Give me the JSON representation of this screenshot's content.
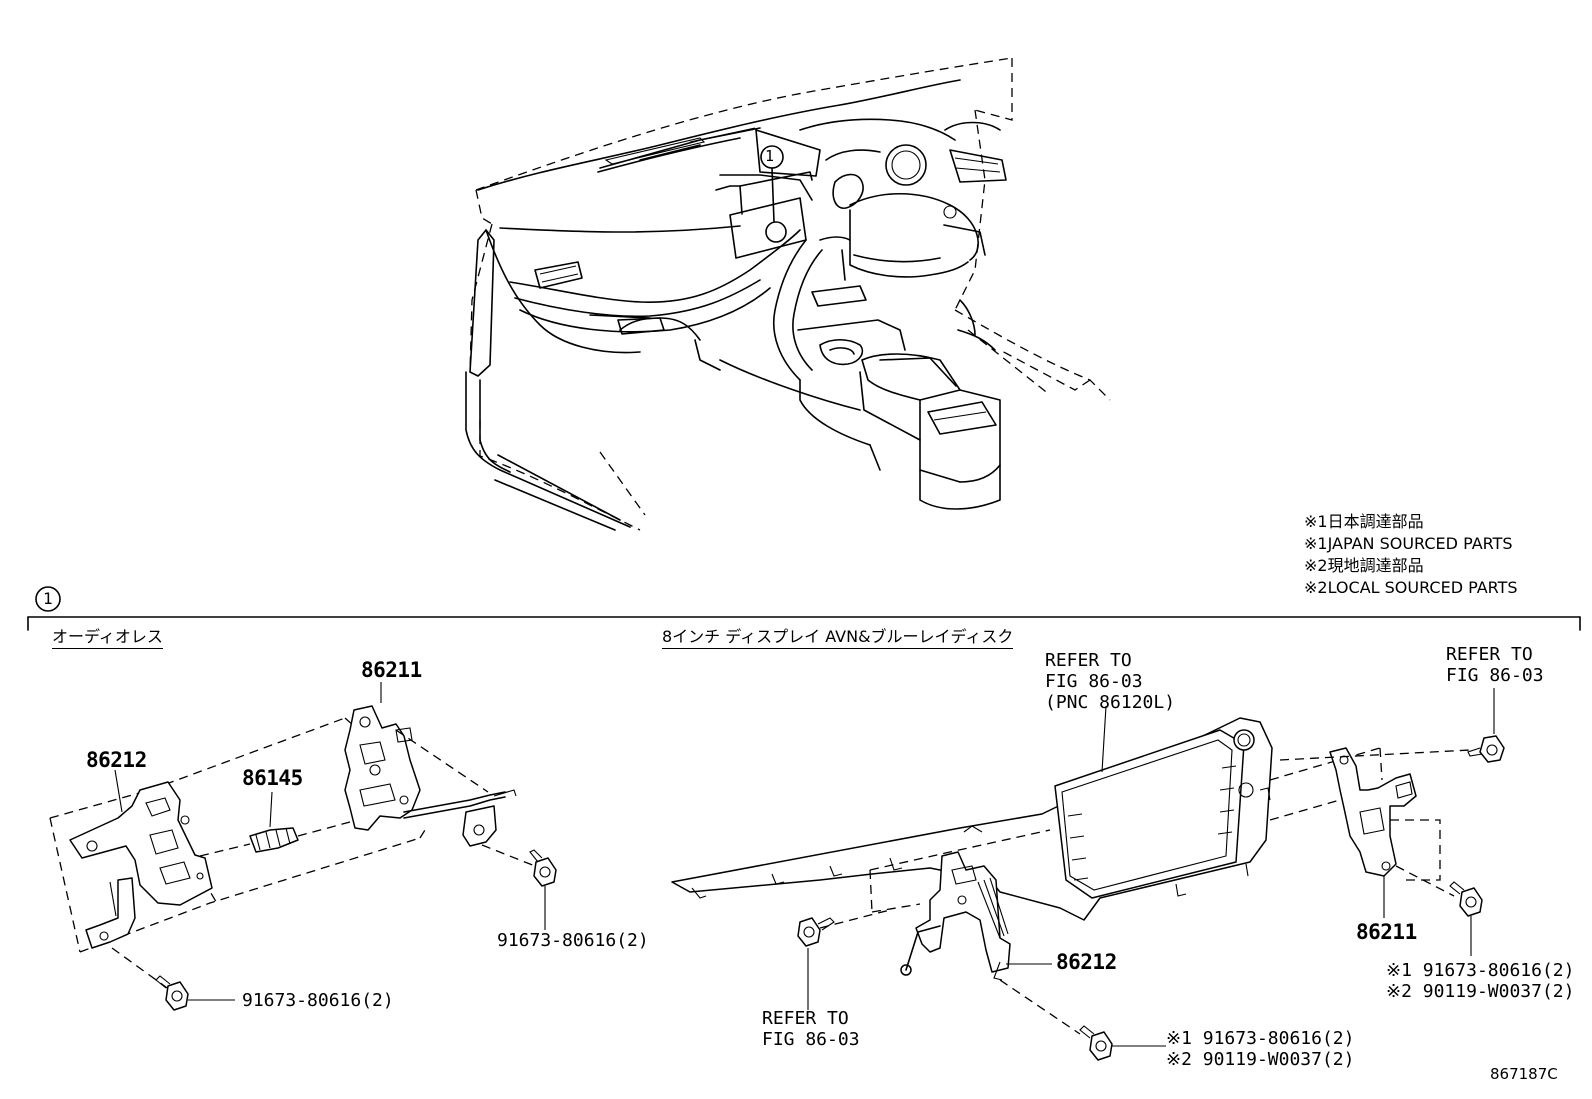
{
  "diagram": {
    "callout_marker": "1",
    "section_marker": "1",
    "notes": [
      "※1日本調達部品",
      "※1JAPAN SOURCED PARTS",
      "※2現地調達部品",
      "※2LOCAL SOURCED PARTS"
    ],
    "left_section": {
      "heading": "オーディオレス",
      "parts": {
        "p86211": "86211",
        "p86212": "86212",
        "p86145": "86145",
        "bolt_right": "91673-80616(2)",
        "bolt_bottom": "91673-80616(2)"
      }
    },
    "right_section": {
      "heading": "8インチ ディスプレイ AVN&ブルーレイディスク",
      "refer_top_center": [
        "REFER TO",
        "FIG 86-03",
        "(PNC 86120L)"
      ],
      "refer_top_right": [
        "REFER TO",
        "FIG 86-03"
      ],
      "refer_bottom_left": [
        "REFER TO",
        "FIG 86-03"
      ],
      "parts": {
        "p86212": "86212",
        "p86211": "86211",
        "bolt_center": [
          "※1 91673-80616(2)",
          "※2 90119-W0037(2)"
        ],
        "bolt_right": [
          "※1 91673-80616(2)",
          "※2 90119-W0037(2)"
        ]
      }
    },
    "illustration_id": "867187C"
  }
}
